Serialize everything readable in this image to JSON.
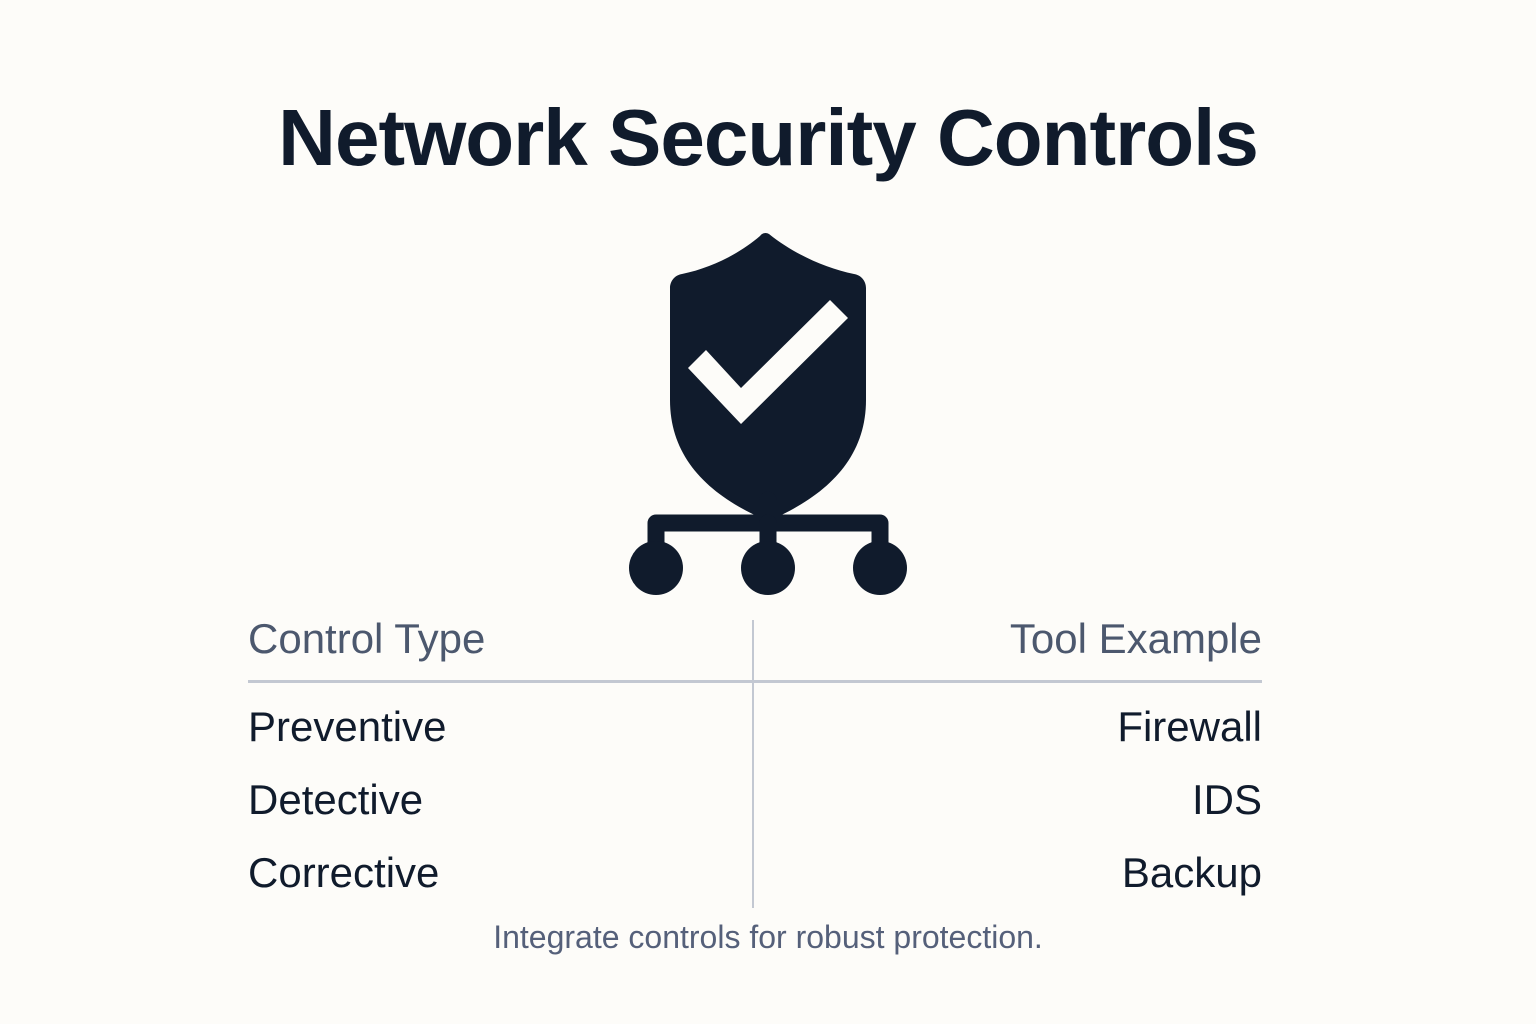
{
  "background_color": "#FDFCF9",
  "title": "Network Security Controls",
  "title_color": "#101B2C",
  "icon": {
    "name": "shield-check-network-icon",
    "color": "#101B2C",
    "check_color": "#FDFCF9"
  },
  "table": {
    "columns": [
      "Control Type",
      "Tool Example"
    ],
    "header_color": "#4C586E",
    "divider_color": "#C3C8D2",
    "row_text_color": "#101B2C",
    "rows": [
      {
        "control_type": "Preventive",
        "tool_example": "Firewall"
      },
      {
        "control_type": "Detective",
        "tool_example": "IDS"
      },
      {
        "control_type": "Corrective",
        "tool_example": "Backup"
      }
    ]
  },
  "footer": {
    "text": "Integrate controls for robust protection.",
    "color": "#55607A"
  }
}
